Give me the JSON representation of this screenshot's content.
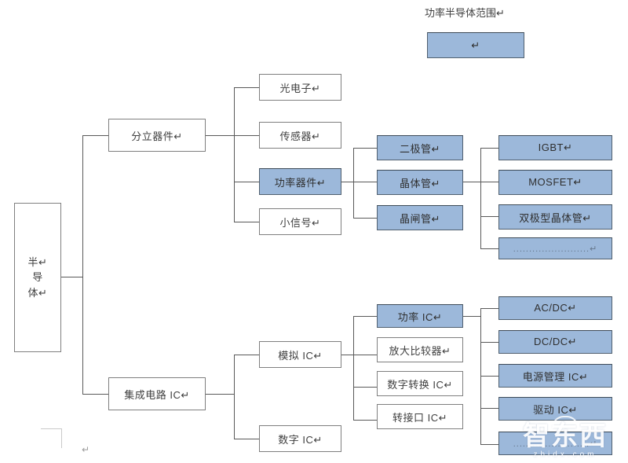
{
  "caption": {
    "text": "功率半导体范围↵"
  },
  "legend_box": {
    "label": "↵"
  },
  "root": {
    "lines": [
      "半↵",
      "导",
      "体↵"
    ]
  },
  "level1": [
    {
      "label": "分立器件↵",
      "style": "white"
    },
    {
      "label": "集成电路 IC↵",
      "style": "white"
    }
  ],
  "discrete_children": [
    {
      "label": "光电子↵",
      "style": "white"
    },
    {
      "label": "传感器↵",
      "style": "white"
    },
    {
      "label": "功率器件↵",
      "style": "blue"
    },
    {
      "label": "小信号↵",
      "style": "white"
    }
  ],
  "power_device_children": [
    {
      "label": "二极管↵",
      "style": "blue"
    },
    {
      "label": "晶体管↵",
      "style": "blue"
    },
    {
      "label": "晶闸管↵",
      "style": "blue"
    }
  ],
  "transistor_children": [
    {
      "label": "IGBT↵",
      "style": "blue"
    },
    {
      "label": "MOSFET↵",
      "style": "blue"
    },
    {
      "label": "双极型晶体管↵",
      "style": "blue"
    },
    {
      "label": "........................↵",
      "style": "blue",
      "dots": true
    }
  ],
  "ic_children": [
    {
      "label": "模拟 IC↵",
      "style": "white"
    },
    {
      "label": "数字 IC↵",
      "style": "white"
    }
  ],
  "analog_ic_children": [
    {
      "label": "功率 IC↵",
      "style": "blue"
    },
    {
      "label": "放大比较器↵",
      "style": "white"
    },
    {
      "label": "数字转换 IC↵",
      "style": "white"
    },
    {
      "label": "转接口 IC↵",
      "style": "white"
    }
  ],
  "power_ic_children": [
    {
      "label": "AC/DC↵",
      "style": "blue"
    },
    {
      "label": "DC/DC↵",
      "style": "blue"
    },
    {
      "label": "电源管理 IC↵",
      "style": "blue"
    },
    {
      "label": "驱动 IC↵",
      "style": "blue"
    },
    {
      "label": "........................↵",
      "style": "blue",
      "dots": true
    }
  ],
  "stray_pilcrow": "↵",
  "watermark": {
    "main": "智东西",
    "sub": "zhidx.com"
  },
  "colors": {
    "blue_fill": "#9cb8da",
    "blue_border": "#51606f",
    "white_fill": "#ffffff",
    "white_border": "#7f7f7f",
    "line": "#595959",
    "text": "#3f3f3f"
  }
}
